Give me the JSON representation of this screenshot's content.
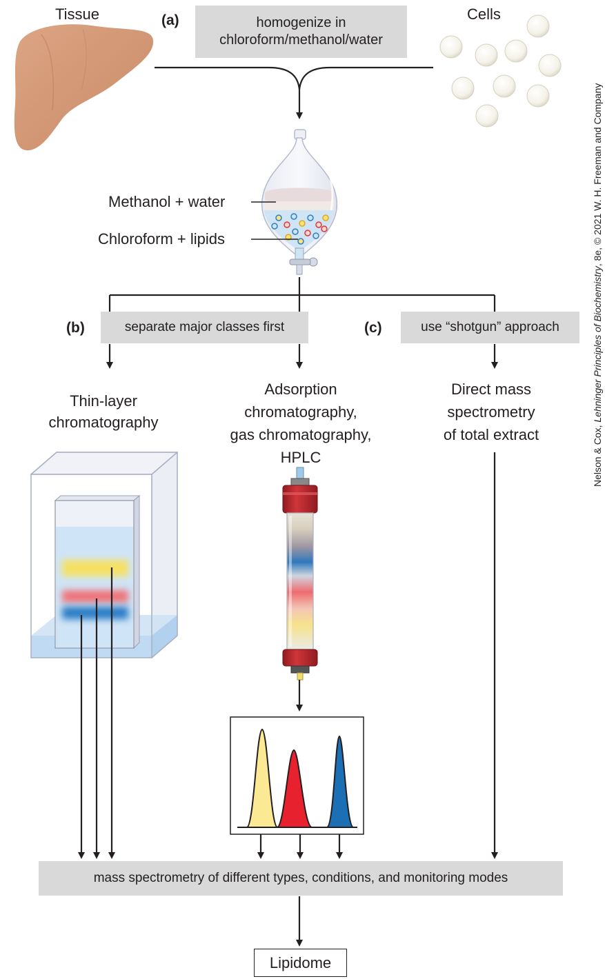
{
  "top": {
    "tissue_label": "Tissue",
    "cells_label": "Cells",
    "part_a": "(a)",
    "homogenize_line1": "homogenize in",
    "homogenize_line2": "chloroform/methanol/water"
  },
  "funnel": {
    "upper_phase_label": "Methanol + water",
    "lower_phase_label": "Chloroform + lipids"
  },
  "branches": {
    "part_b": "(b)",
    "b_label": "separate major classes first",
    "part_c": "(c)",
    "c_label": "use “shotgun” approach"
  },
  "methods": {
    "tlc_line1": "Thin-layer",
    "tlc_line2": "chromatography",
    "adsorption_line1": "Adsorption",
    "adsorption_line2": "chromatography,",
    "adsorption_line3": "gas chromatography,",
    "adsorption_line4": "HPLC",
    "direct_line1": "Direct mass",
    "direct_line2": "spectrometry",
    "direct_line3": "of total extract"
  },
  "bottom": {
    "mass_spec_label": "mass spectrometry of different types, conditions, and monitoring modes",
    "lipidome_label": "Lipidome"
  },
  "credit": {
    "prefix": "Nelson & Cox, ",
    "title": "Lehninger Principles of Biochemistry",
    "suffix": ", 8e, © 2021 W. H. Freeman and Company"
  },
  "colors": {
    "liver": "#d49a78",
    "yellow": "#fbe994",
    "red": "#e8212e",
    "blue": "#1a6fb5",
    "gray_box": "#d9d9d9",
    "column_cap": "#b5262b"
  }
}
